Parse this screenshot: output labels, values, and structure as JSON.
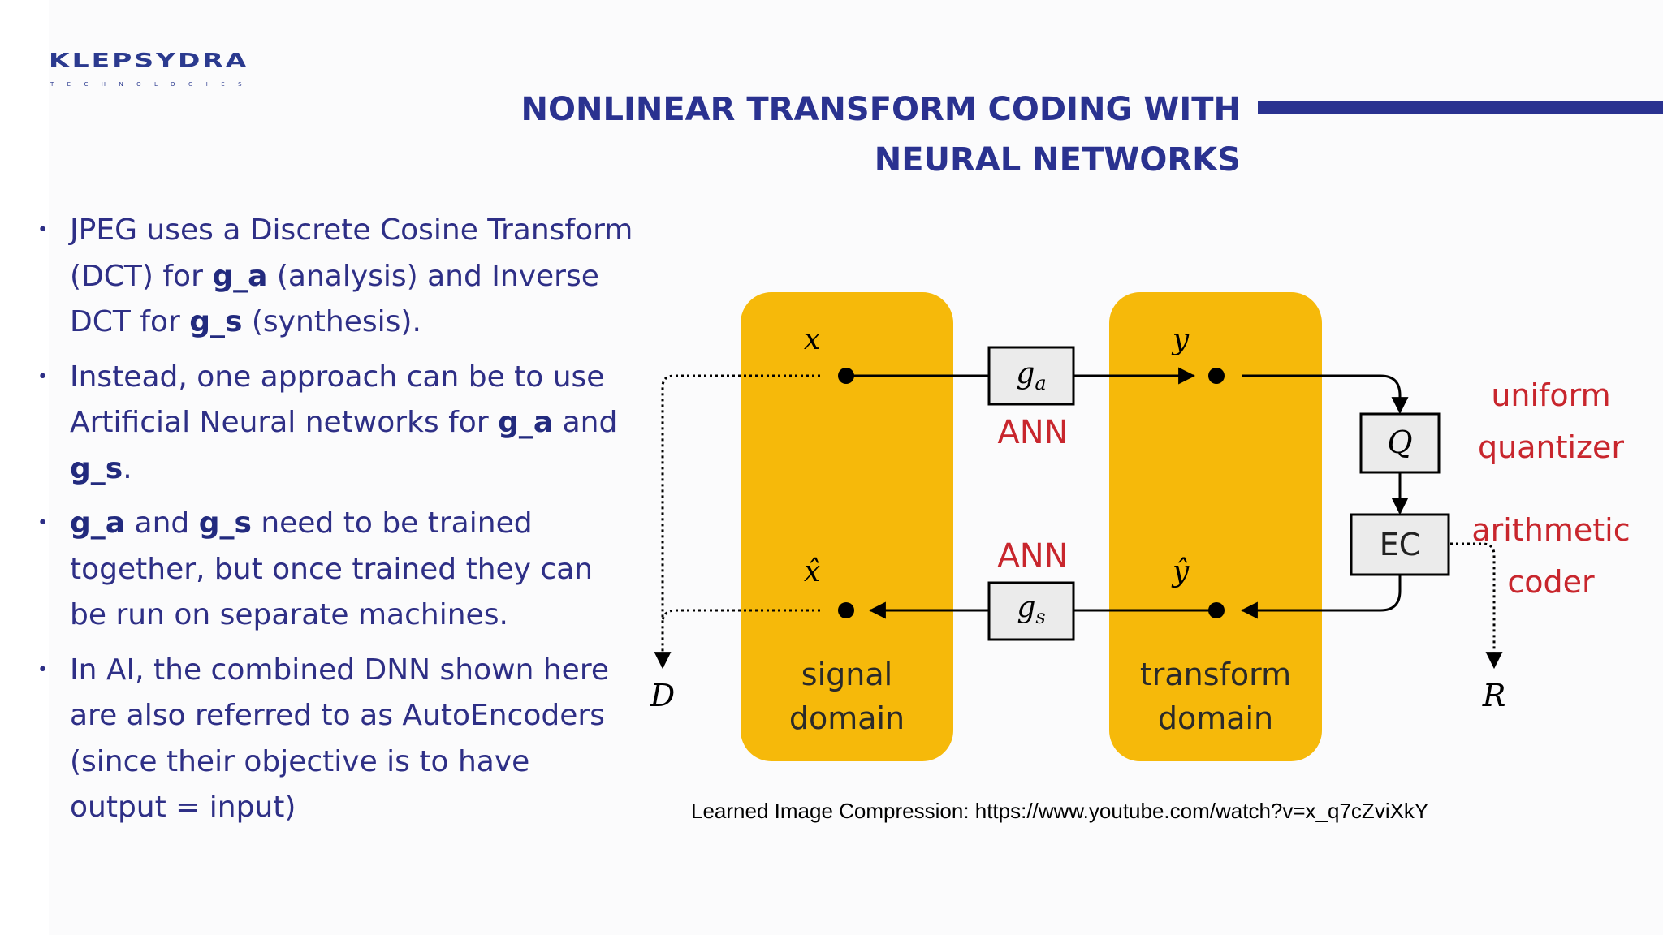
{
  "logo": {
    "name": "KLEPSYDRA",
    "tagline": "TECHNOLOGIES"
  },
  "title": {
    "line1": "NONLINEAR TRANSFORM CODING WITH",
    "line2": "NEURAL NETWORKS"
  },
  "bullets": [
    {
      "p1": "JPEG uses a Discrete Cosine Transform (DCT) for ",
      "b1": "g_a",
      "p2": " (analysis) and Inverse DCT for ",
      "b2": "g_s",
      "p3": " (synthesis)."
    },
    {
      "p1": "Instead, one approach can be to use Artificial Neural networks for ",
      "b1": "g_a",
      "p2": " and ",
      "b2": "g_s",
      "p3": "."
    },
    {
      "b1": "g_a",
      "p1": " and ",
      "b2": "g_s",
      "p2": " need to be trained together, but once trained they can be run on separate machines."
    },
    {
      "p1": "In AI, the combined DNN shown here are also referred to as AutoEncoders (since their objective is to have output = input)"
    }
  ],
  "diagram": {
    "x_label": "x",
    "xhat_label": "x̂",
    "y_label": "y",
    "yhat_label": "ŷ",
    "ga_base": "g",
    "ga_sub": "a",
    "gs_base": "g",
    "gs_sub": "s",
    "ann_top": "ANN",
    "ann_bottom": "ANN",
    "q_label": "Q",
    "ec_label": "EC",
    "d_label": "D",
    "r_label": "R",
    "signal_domain_line1": "signal",
    "signal_domain_line2": "domain",
    "transform_domain_line1": "transform",
    "transform_domain_line2": "domain",
    "uniform_quantizer_line1": "uniform",
    "uniform_quantizer_line2": "quantizer",
    "arithmetic_coder_line1": "arithmetic",
    "arithmetic_coder_line2": "coder",
    "colors": {
      "domain_fill": "#f6b90a",
      "annotation": "#c8262d",
      "title": "#2a3290"
    }
  },
  "caption": "Learned Image Compression: https://www.youtube.com/watch?v=x_q7cZviXkY"
}
